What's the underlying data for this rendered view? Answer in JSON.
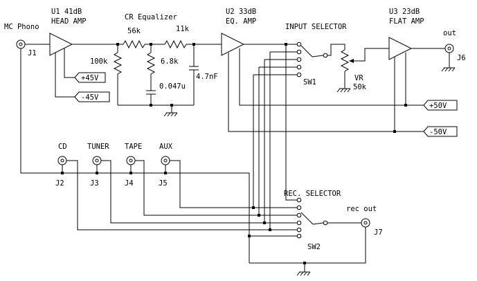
{
  "labels": {
    "mc_phono": "MC Phono",
    "j1": "J1",
    "u1_title": "U1 41dB",
    "u1_sub": "HEAD AMP",
    "cr_eq": "CR Equalizer",
    "r56k": "56k",
    "r11k": "11k",
    "r100k": "100k",
    "r6k8": "6.8k",
    "c047": "0.047u",
    "c47n": "4.7nF",
    "u2_title": "U2 33dB",
    "u2_sub": "EQ. AMP",
    "input_selector": "INPUT SELECTOR",
    "sw1": "SW1",
    "vr": "VR",
    "vr_val": "50k",
    "u3_title": "U3 23dB",
    "u3_sub": "FLAT AMP",
    "out": "out",
    "j6": "J6",
    "p45": "+45V",
    "n45": "-45V",
    "p50": "+50V",
    "n50": "-50V",
    "cd": "CD",
    "tuner": "TUNER",
    "tape": "TAPE",
    "aux": "AUX",
    "j2": "J2",
    "j3": "J3",
    "j4": "J4",
    "j5": "J5",
    "rec_selector": "REC. SELECTOR",
    "rec_out": "rec out",
    "j7": "J7",
    "sw2": "SW2"
  }
}
